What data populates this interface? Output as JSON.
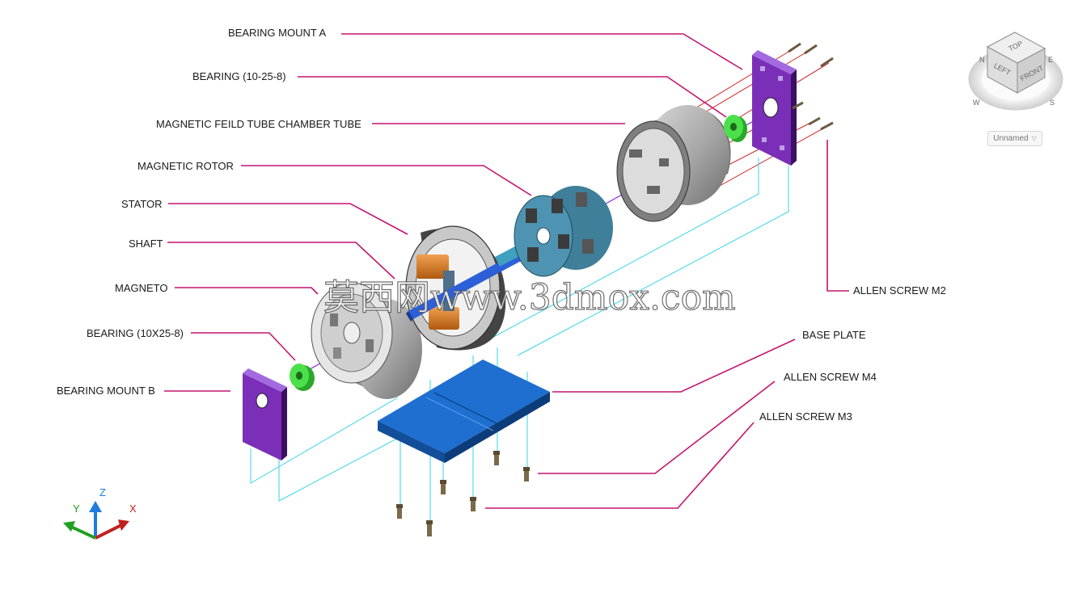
{
  "labels": {
    "bearing_mount_a": "BEARING MOUNT A",
    "bearing_10_25_8": "BEARING  (10-25-8)",
    "chamber_tube": "MAGNETIC FEILD TUBE CHAMBER TUBE",
    "magnetic_rotor": "MAGNETIC ROTOR",
    "stator": "STATOR",
    "shaft": "SHAFT",
    "magneto": "MAGNETO",
    "bearing_10x25_8": "BEARING (10X25-8)",
    "bearing_mount_b": "BEARING MOUNT B",
    "allen_screw_m2": "ALLEN SCREW M2",
    "base_plate": "BASE PLATE",
    "allen_screw_m4": "ALLEN SCREW M4",
    "allen_screw_m3": "ALLEN SCREW M3"
  },
  "watermark": "莫西网www.3dmox.com",
  "viewcube": {
    "top": "TOP",
    "left": "LEFT",
    "front": "FRONT",
    "compass_n": "N",
    "compass_e": "E",
    "compass_s": "S",
    "compass_w": "W",
    "view_dropdown": "Unnamed"
  },
  "ucs": {
    "x": "X",
    "y": "Y",
    "z": "Z"
  },
  "colors": {
    "leader": "#c4146e",
    "cyan_line": "#36d6e6",
    "bearing_mount": "#7b2fb8",
    "bearing": "#36d636",
    "base_plate": "#1e6fd0",
    "coil": "#d7781e",
    "rotor": "#3f7f9a",
    "gray_part": "#9a9a9a"
  }
}
